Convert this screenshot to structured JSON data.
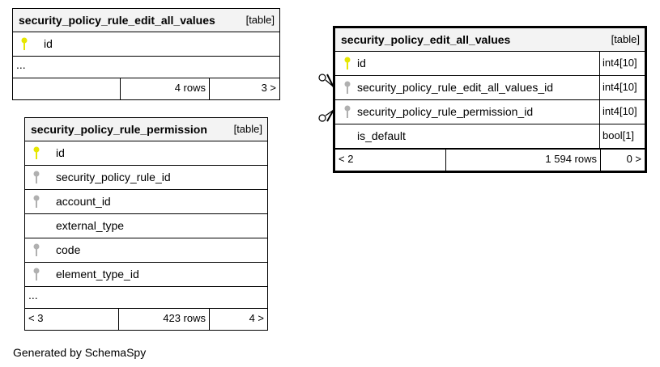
{
  "colors": {
    "primary_key": "#e6e600",
    "foreign_key": "#b0b0b0",
    "header_bg": "#f3f3f3",
    "border": "#000000"
  },
  "tables": {
    "edit_all_values": {
      "name": "security_policy_rule_edit_all_values",
      "kind": "[table]",
      "columns": [
        {
          "name": "id",
          "key": "primary-key-icon"
        }
      ],
      "ellipsis": "...",
      "footer": {
        "parents": "",
        "rows": "4 rows",
        "children": "3 >"
      }
    },
    "permission": {
      "name": "security_policy_rule_permission",
      "kind": "[table]",
      "columns": [
        {
          "name": "id",
          "key": "primary-key-icon"
        },
        {
          "name": "security_policy_rule_id",
          "key": "foreign-key-icon"
        },
        {
          "name": "account_id",
          "key": "foreign-key-icon"
        },
        {
          "name": "external_type",
          "key": ""
        },
        {
          "name": "code",
          "key": "foreign-key-icon"
        },
        {
          "name": "element_type_id",
          "key": "foreign-key-icon"
        }
      ],
      "ellipsis": "...",
      "footer": {
        "parents": "< 3",
        "rows": "423 rows",
        "children": "4 >"
      }
    },
    "policy_edit_all_values": {
      "name": "security_policy_edit_all_values",
      "kind": "[table]",
      "columns": [
        {
          "name": "id",
          "type": "int4[10]",
          "key": "primary-key-icon"
        },
        {
          "name": "security_policy_rule_edit_all_values_id",
          "type": "int4[10]",
          "key": "foreign-key-icon"
        },
        {
          "name": "security_policy_rule_permission_id",
          "type": "int4[10]",
          "key": "foreign-key-icon"
        },
        {
          "name": "is_default",
          "type": "bool[1]",
          "key": ""
        }
      ],
      "footer": {
        "parents": "< 2",
        "rows": "1 594 rows",
        "children": "0 >"
      }
    }
  },
  "footer_text": "Generated by SchemaSpy"
}
